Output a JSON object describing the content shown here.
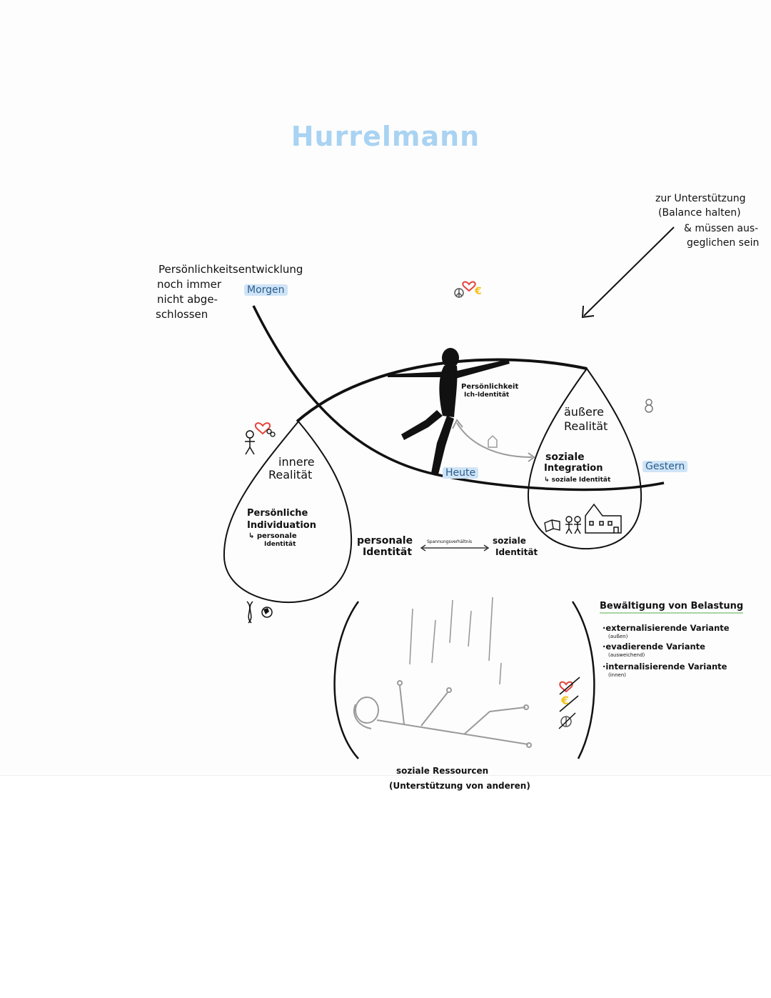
{
  "title": "Hurrelmann",
  "labels": {
    "morgen": "Morgen",
    "heute": "Heute",
    "gestern": "Gestern"
  },
  "notes": {
    "development": [
      "Persönlichkeitsentwicklung",
      "noch immer",
      "nicht abge-",
      "schlossen"
    ],
    "support": [
      "zur Unterstützung",
      "(Balance halten)",
      "& müssen aus-",
      "geglichen sein"
    ]
  },
  "person": {
    "line1": "Persönlichkeit",
    "line2": "Ich-Identität"
  },
  "inner": {
    "title1": "innere",
    "title2": "Realität",
    "sub1": "Persönliche",
    "sub2": "Individuation",
    "sub3": "↳ personale",
    "sub4": "Identität"
  },
  "outer": {
    "title1": "äußere",
    "title2": "Realität",
    "sub1": "soziale",
    "sub2": "Integration",
    "sub3": "↳ soziale Identität"
  },
  "tension": {
    "left1": "personale",
    "left2": "Identität",
    "middle": "Spannungsverhältnis",
    "right1": "soziale",
    "right2": "Identität"
  },
  "coping": {
    "title": "Bewältigung von Belastung",
    "items": [
      {
        "label": "·externalisierende Variante",
        "note": "(außen)"
      },
      {
        "label": "·evadierende Variante",
        "note": "(ausweichend)"
      },
      {
        "label": "·internalisierende Variante",
        "note": "(innen)"
      }
    ]
  },
  "resources": {
    "line1": "soziale Ressourcen",
    "line2": "(Unterstützung von anderen)"
  },
  "symbols": {
    "euro": "€",
    "peace": "☮",
    "heart": "♡"
  },
  "colors": {
    "title": "#a9d3f2",
    "highlight": "#cfe4f7",
    "heart": "#e2453c",
    "euro": "#f2c31b",
    "ink": "#111111",
    "pencil": "#9a9a9a"
  }
}
